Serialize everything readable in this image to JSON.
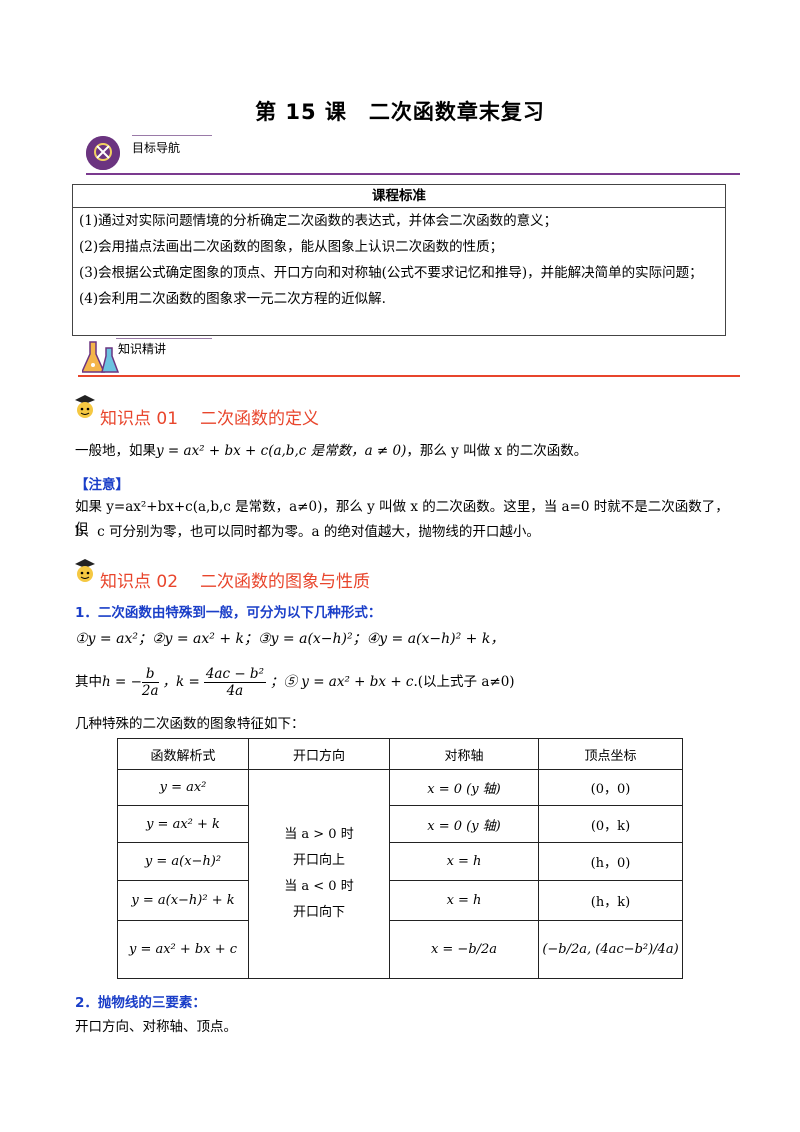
{
  "title": "第 15 课　二次函数章末复习",
  "nav": {
    "goal_label": "目标导航",
    "knowledge_label": "知识精讲"
  },
  "standards": {
    "header": "课程标准",
    "items": [
      "(1)通过对实际问题情境的分析确定二次函数的表达式，并体会二次函数的意义；",
      "(2)会用描点法画出二次函数的图象，能从图象上认识二次函数的性质；",
      "(3)会根据公式确定图象的顶点、开口方向和对称轴(公式不要求记忆和推导)，并能解决简单的实际问题；",
      "(4)会利用二次函数的图象求一元二次方程的近似解."
    ]
  },
  "kp1": {
    "number": "知识点 01",
    "name": "二次函数的定义",
    "def_prefix": "一般地，如果",
    "def_formula": "y = ax² + bx + c(a,b,c 是常数，a ≠ 0)",
    "def_suffix": "，那么 y 叫做 x 的二次函数。",
    "note_label": "【注意】",
    "note_line1": "如果 y=ax²+bx+c(a,b,c 是常数，a≠0)，那么 y 叫做 x 的二次函数。这里，当 a=0 时就不是二次函数了，但",
    "note_line2": "b、c 可分别为零，也可以同时都为零。a 的绝对值越大，抛物线的开口越小。"
  },
  "kp2": {
    "number": "知识点 02",
    "name": "二次函数的图象与性质",
    "sub1": "1．二次函数由特殊到一般，可分为以下几种形式：",
    "forms": "①y = ax²；②y = ax² + k；③y = a(x−h)²；④y = a(x−h)² + k，",
    "where_prefix": "其中",
    "h_eq": "h = −",
    "h_num": "b",
    "h_den": "2a",
    "k_eq": "，k =",
    "k_num": "4ac − b²",
    "k_den": "4a",
    "form5": "；⑤ y = ax² + bx + c",
    "form5_note": ".(以上式子 a≠0)",
    "table_intro": "几种特殊的二次函数的图象特征如下：",
    "table": {
      "headers": [
        "函数解析式",
        "开口方向",
        "对称轴",
        "顶点坐标"
      ],
      "rows": [
        {
          "expr": "y = ax²",
          "axis": "x = 0 (y 轴)",
          "vertex": "(0，0)"
        },
        {
          "expr": "y = ax² + k",
          "axis": "x = 0 (y 轴)",
          "vertex": "(0，k)"
        },
        {
          "expr": "y = a(x−h)²",
          "axis": "x = h",
          "vertex": "(h，0)"
        },
        {
          "expr": "y = a(x−h)² + k",
          "axis": "x = h",
          "vertex": "(h，k)"
        },
        {
          "expr": "y = ax² + bx + c",
          "axis": "x = −b/2a",
          "vertex": "(−b/2a, (4ac−b²)/4a)"
        }
      ],
      "opening": [
        "当 a > 0 时",
        "开口向上",
        "当 a < 0 时",
        "开口向下"
      ]
    },
    "sub2": "2．抛物线的三要素：",
    "sub2_text": "开口方向、对称轴、顶点。"
  },
  "colors": {
    "accent_purple": "#7b3a8f",
    "accent_orange": "#e8452c",
    "note_blue": "#1a3ec8"
  }
}
